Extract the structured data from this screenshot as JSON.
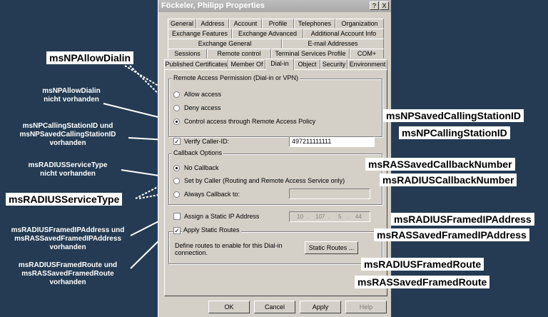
{
  "dialog": {
    "title": "Föckeler, Philipp Properties",
    "help_btn": "?",
    "close_btn": "X",
    "tabs": {
      "r1": [
        "General",
        "Address",
        "Account",
        "Profile",
        "Telephones",
        "Organization"
      ],
      "r2": [
        "Exchange Features",
        "Exchange Advanced",
        "Additional Account Info"
      ],
      "r3": [
        "Exchange General",
        "E-mail Addresses"
      ],
      "r4": [
        "Sessions",
        "Remote control",
        "Terminal Services Profile",
        "COM+"
      ],
      "r5": [
        "Published Certificates",
        "Member Of",
        "Dial-in",
        "Object",
        "Security",
        "Environment"
      ]
    },
    "remote_access": {
      "title": "Remote Access Permission (Dial-in or VPN)",
      "allow": "Allow access",
      "deny": "Deny access",
      "control": "Control access through Remote Access Policy"
    },
    "verify_caller": {
      "label": "Verify Caller-ID:",
      "value": "497211111111"
    },
    "callback": {
      "title": "Callback Options",
      "none": "No Callback",
      "set_by_caller": "Set by Caller (Routing and Remote Access Service only)",
      "always": "Always Callback to:"
    },
    "static_ip": {
      "label": "Assign a Static IP Address",
      "o1": "10",
      "o2": "107",
      "o3": "5",
      "o4": "44"
    },
    "static_routes": {
      "label": "Apply Static Routes",
      "desc": "Define routes to enable for this Dial-in connection.",
      "button": "Static Routes ..."
    },
    "footer": {
      "ok": "OK",
      "cancel": "Cancel",
      "apply": "Apply",
      "help": "Help"
    }
  },
  "annotations": {
    "allow_dialin": "msNPAllowDialin",
    "allow_dialin_na": "msNPAllowDialin\nnicht vorhanden",
    "calling_station_na": "msNPCallingStationID und\nmsNPSavedCallingStationID\nvorhanden",
    "service_type_na": "msRADIUSServiceType\nnicht vorhanden",
    "service_type": "msRADIUSServiceType",
    "framed_ip_txt": "msRADIUSFramedIPAddress und\nmsRASSavedFramedIPAddress\nvorhanden",
    "framed_route_txt": "msRADIUSFramedRoute und\nmsRASSavedFramedRoute\nvorhanden",
    "saved_calling_station": "msNPSavedCallingStationID",
    "calling_station": "msNPCallingStationID",
    "saved_callback": "msRASSavedCallbackNumber",
    "callback": "msRADIUSCallbackNumber",
    "framed_ip": "msRADIUSFramedIPAddress",
    "saved_framed_ip": "msRASSavedFramedIPAddress",
    "framed_route": "msRADIUSFramedRoute",
    "saved_framed_route": "msRASSavedFramedRoute"
  }
}
